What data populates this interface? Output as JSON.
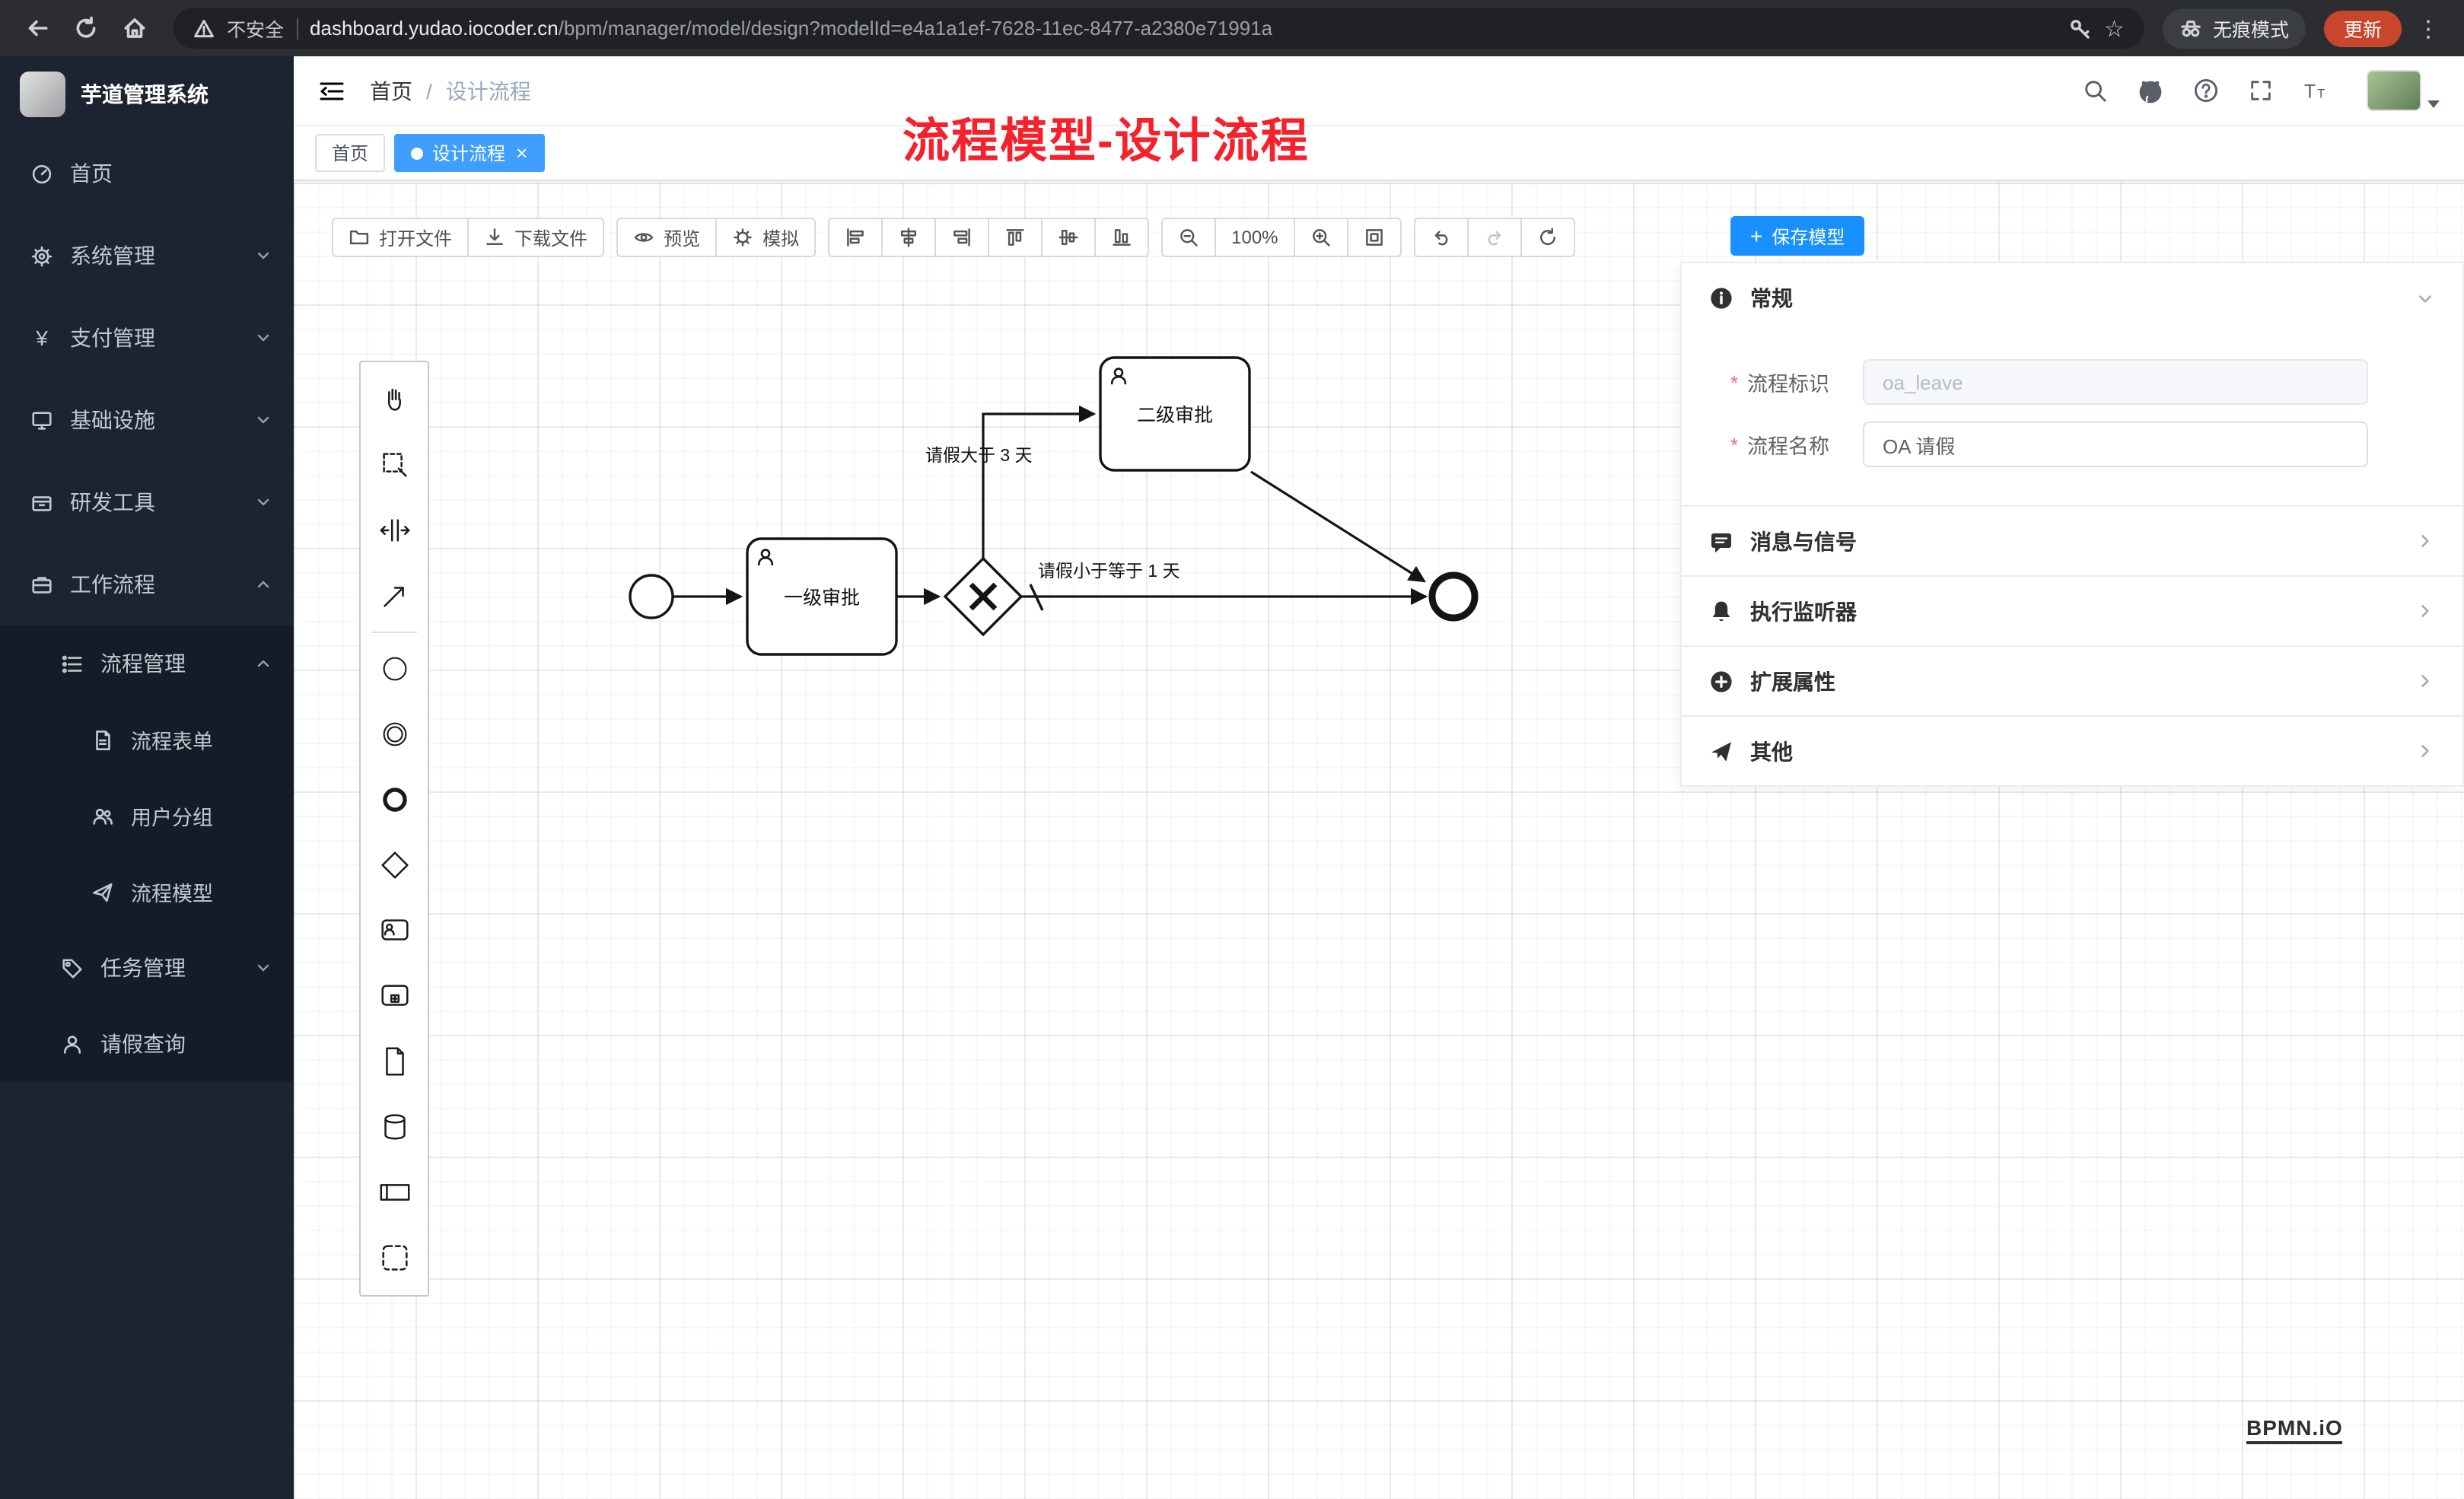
{
  "browser": {
    "security_label": "不安全",
    "url_host": "dashboard.yudao.iocoder.cn",
    "url_path": "/bpm/manager/model/design?modelId=e4a1a1ef-7628-11ec-8477-a2380e71991a",
    "incognito_label": "无痕模式",
    "update_label": "更新",
    "menu_glyph": "⋮",
    "bookmark_glyph": "☆"
  },
  "sidebar": {
    "app_title": "芋道管理系统",
    "items": [
      {
        "label": "首页"
      },
      {
        "label": "系统管理"
      },
      {
        "label": "支付管理"
      },
      {
        "label": "基础设施"
      },
      {
        "label": "研发工具"
      },
      {
        "label": "工作流程"
      }
    ],
    "workflow": {
      "process_mgmt": "流程管理",
      "children": [
        {
          "label": "流程表单"
        },
        {
          "label": "用户分组"
        },
        {
          "label": "流程模型"
        }
      ],
      "task_mgmt": "任务管理",
      "leave_query": "请假查询"
    }
  },
  "header": {
    "breadcrumb_home": "首页",
    "breadcrumb_separator": "/",
    "breadcrumb_current": "设计流程"
  },
  "annotation": {
    "text": "流程模型-设计流程",
    "color": "#f5222d"
  },
  "tabs": {
    "home": "首页",
    "active": "设计流程",
    "close_glyph": "×"
  },
  "toolbar": {
    "open_file": "打开文件",
    "download_file": "下载文件",
    "preview": "预览",
    "simulate": "模拟",
    "zoom_level": "100%",
    "save_model": "保存模型"
  },
  "icons": {
    "plus": "+"
  },
  "diagram": {
    "task1_label": "一级审批",
    "task2_label": "二级审批",
    "edge_label_gt": "请假大于 3 天",
    "edge_label_le": "请假小于等于 1 天"
  },
  "panel": {
    "sections": {
      "general": "常规",
      "message_signal": "消息与信号",
      "exec_listener": "执行监听器",
      "ext_attrs": "扩展属性",
      "other": "其他"
    },
    "fields": {
      "required_glyph": "*",
      "process_key_label": "流程标识",
      "process_key_value": "oa_leave",
      "process_name_label": "流程名称",
      "process_name_value": "OA 请假"
    }
  },
  "watermark": "BPMN.iO",
  "colors": {
    "tab_active": "#409eff",
    "save_button": "#1890ff",
    "annotation_red": "#f5222d",
    "update_button": "#c9452c",
    "sidebar_bg": "#1c2331"
  }
}
